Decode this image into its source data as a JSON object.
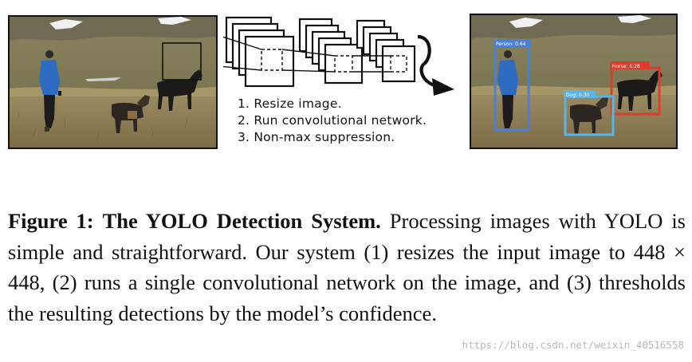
{
  "figure": {
    "steps": [
      "1. Resize image.",
      "2. Run convolutional network.",
      "3. Non-max suppression."
    ],
    "detections": [
      {
        "label": "Person: 0.64",
        "color": "#4a7fd6"
      },
      {
        "label": "Horse: 0.28",
        "color": "#e23b2e"
      },
      {
        "label": "Dog: 0.30",
        "color": "#5ab4e6"
      }
    ]
  },
  "caption": {
    "label": "Figure 1:",
    "title": "The YOLO Detection System.",
    "text_before_math": " Processing images with YOLO is simple and straightforward. Our system (1) resizes the input image to ",
    "math": "448 × 448",
    "text_after_math": ", (2) runs a single convolutional network on the image, and (3) thresholds the resulting detections by the model’s confidence."
  },
  "watermark": "https://blog.csdn.net/weixin_40516558"
}
